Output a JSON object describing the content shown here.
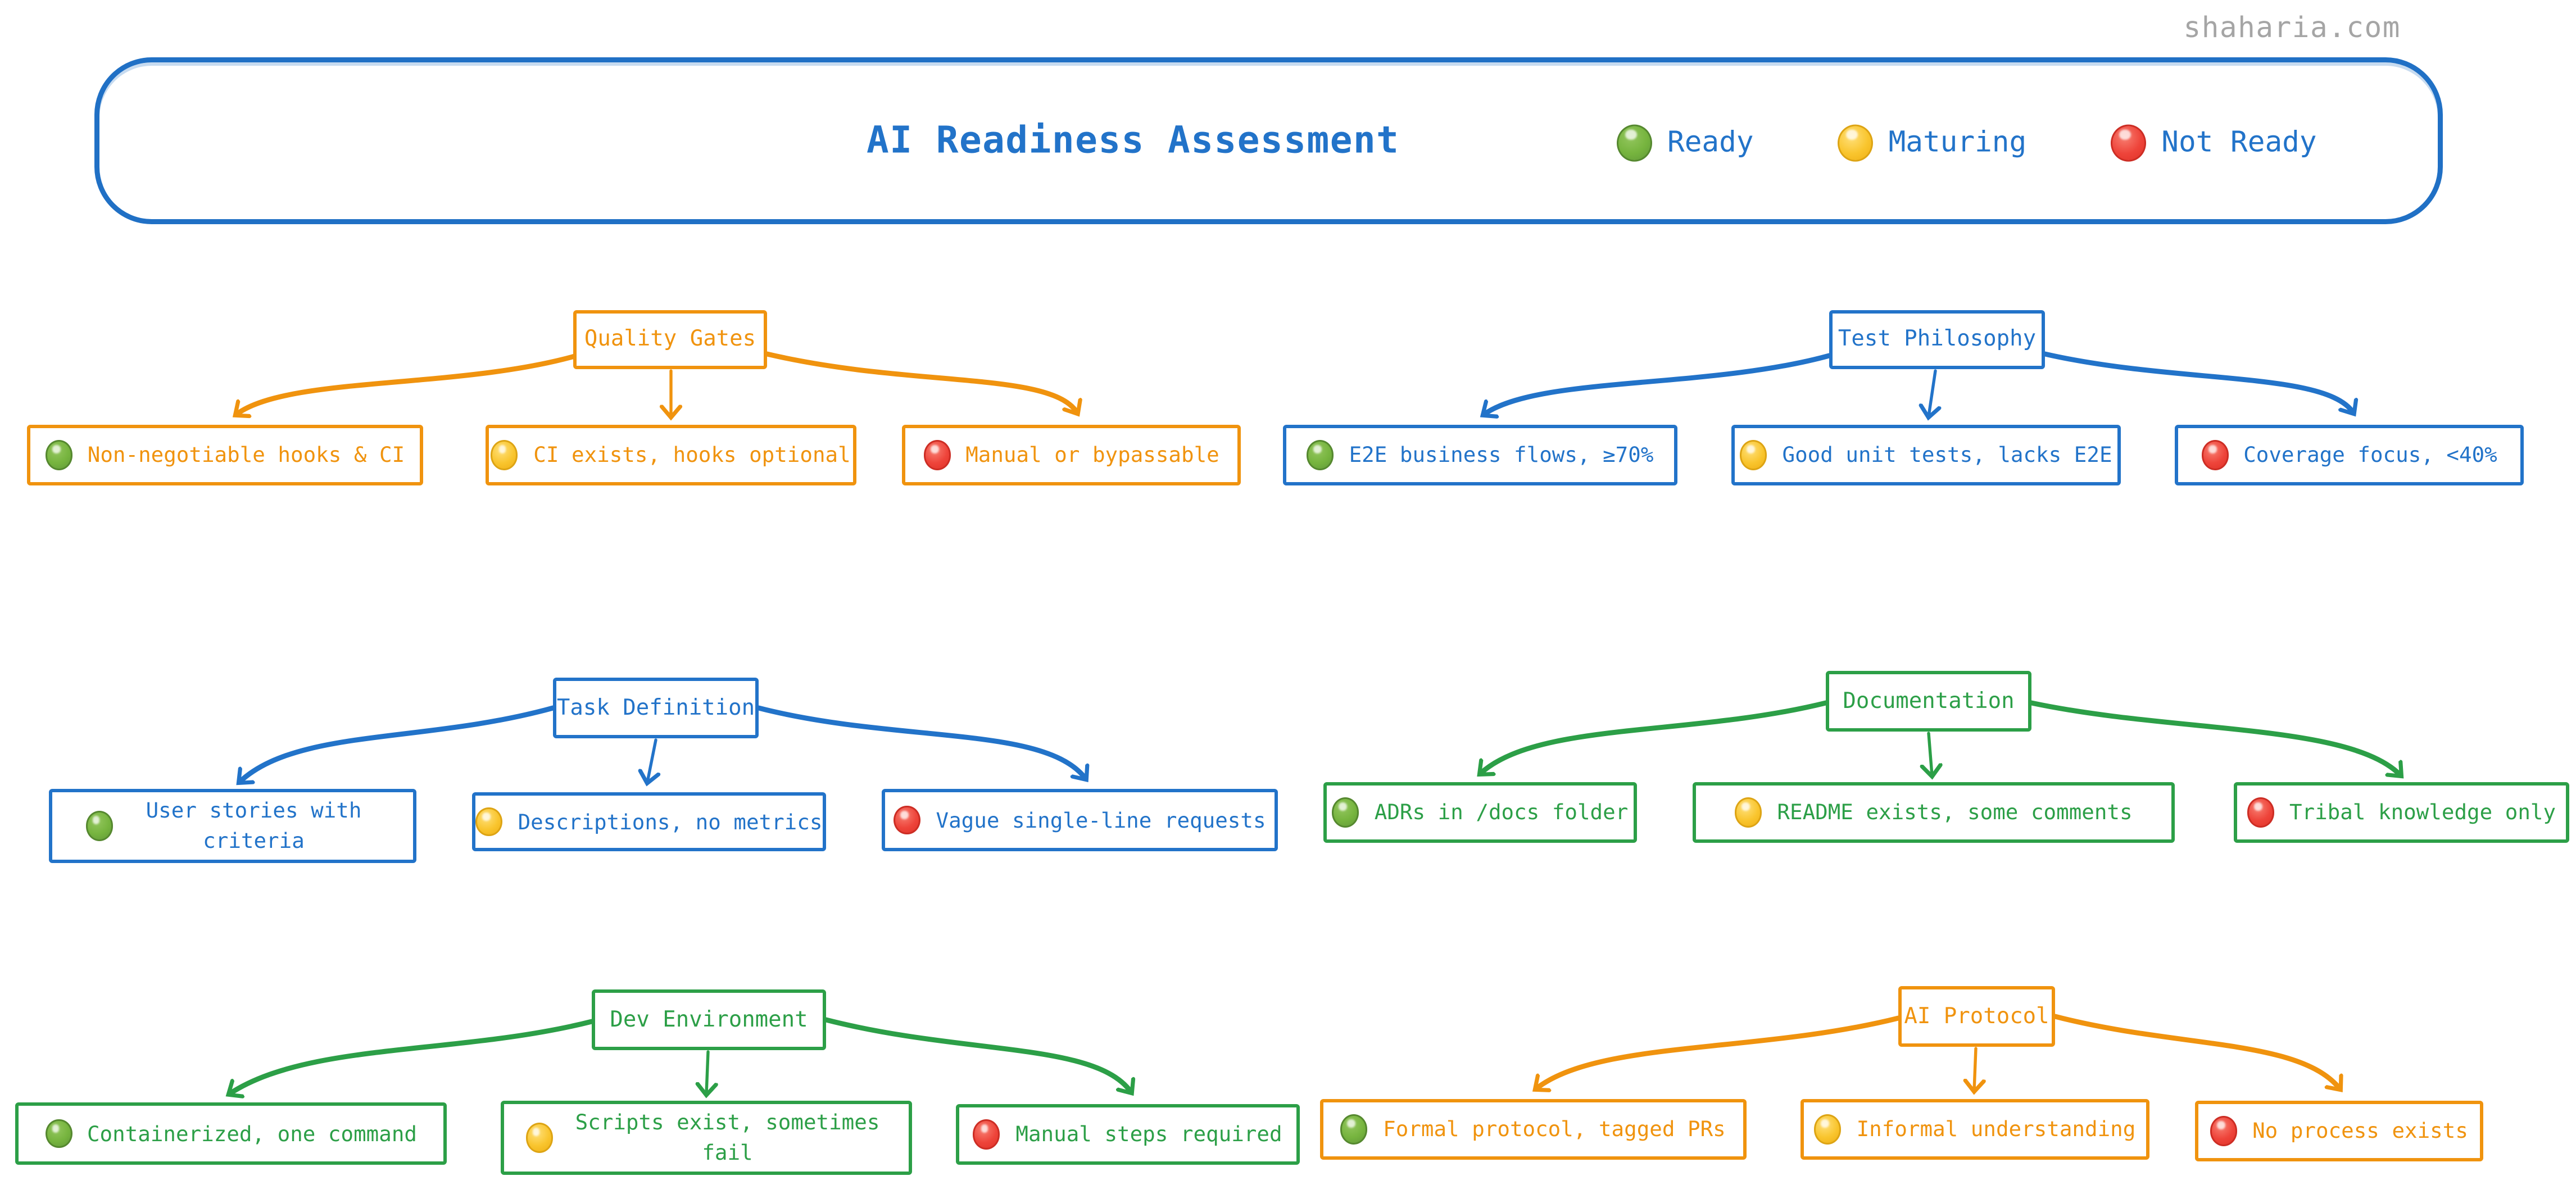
{
  "watermark": "shaharia.com",
  "banner": {
    "title": "AI Readiness Assessment",
    "legend": [
      {
        "label": "Ready",
        "status": "ready"
      },
      {
        "label": "Maturing",
        "status": "maturing"
      },
      {
        "label": "Not Ready",
        "status": "not_ready"
      }
    ]
  },
  "colors": {
    "blue": "#2273c9",
    "orange": "#f0930e",
    "green": "#2c9f47",
    "ready_dot": "#76b43e",
    "maturing_dot": "#f9c52e",
    "not_ready_dot": "#ee443a",
    "watermark_gray": "#a5a5a5"
  },
  "trees": [
    {
      "label": "Quality Gates",
      "color": "orange",
      "leaves": [
        {
          "status": "ready",
          "text": "Non-negotiable hooks & CI"
        },
        {
          "status": "maturing",
          "text": "CI exists, hooks optional"
        },
        {
          "status": "not_ready",
          "text": "Manual or bypassable"
        }
      ]
    },
    {
      "label": "Test Philosophy",
      "color": "blue",
      "leaves": [
        {
          "status": "ready",
          "text": "E2E business flows, ≥70%"
        },
        {
          "status": "maturing",
          "text": "Good unit tests, lacks E2E"
        },
        {
          "status": "not_ready",
          "text": "Coverage focus, <40%"
        }
      ]
    },
    {
      "label": "Task Definition",
      "color": "blue",
      "leaves": [
        {
          "status": "ready",
          "text": "User stories with criteria"
        },
        {
          "status": "maturing",
          "text": "Descriptions, no metrics"
        },
        {
          "status": "not_ready",
          "text": "Vague single-line requests"
        }
      ]
    },
    {
      "label": "Documentation",
      "color": "green",
      "leaves": [
        {
          "status": "ready",
          "text": "ADRs in /docs folder"
        },
        {
          "status": "maturing",
          "text": "README exists, some comments"
        },
        {
          "status": "not_ready",
          "text": "Tribal knowledge only"
        }
      ]
    },
    {
      "label": "Dev Environment",
      "color": "green",
      "leaves": [
        {
          "status": "ready",
          "text": "Containerized, one command"
        },
        {
          "status": "maturing",
          "text": "Scripts exist, sometimes fail"
        },
        {
          "status": "not_ready",
          "text": "Manual steps required"
        }
      ]
    },
    {
      "label": "AI Protocol",
      "color": "orange",
      "leaves": [
        {
          "status": "ready",
          "text": "Formal protocol, tagged PRs"
        },
        {
          "status": "maturing",
          "text": "Informal understanding"
        },
        {
          "status": "not_ready",
          "text": "No process exists"
        }
      ]
    }
  ]
}
